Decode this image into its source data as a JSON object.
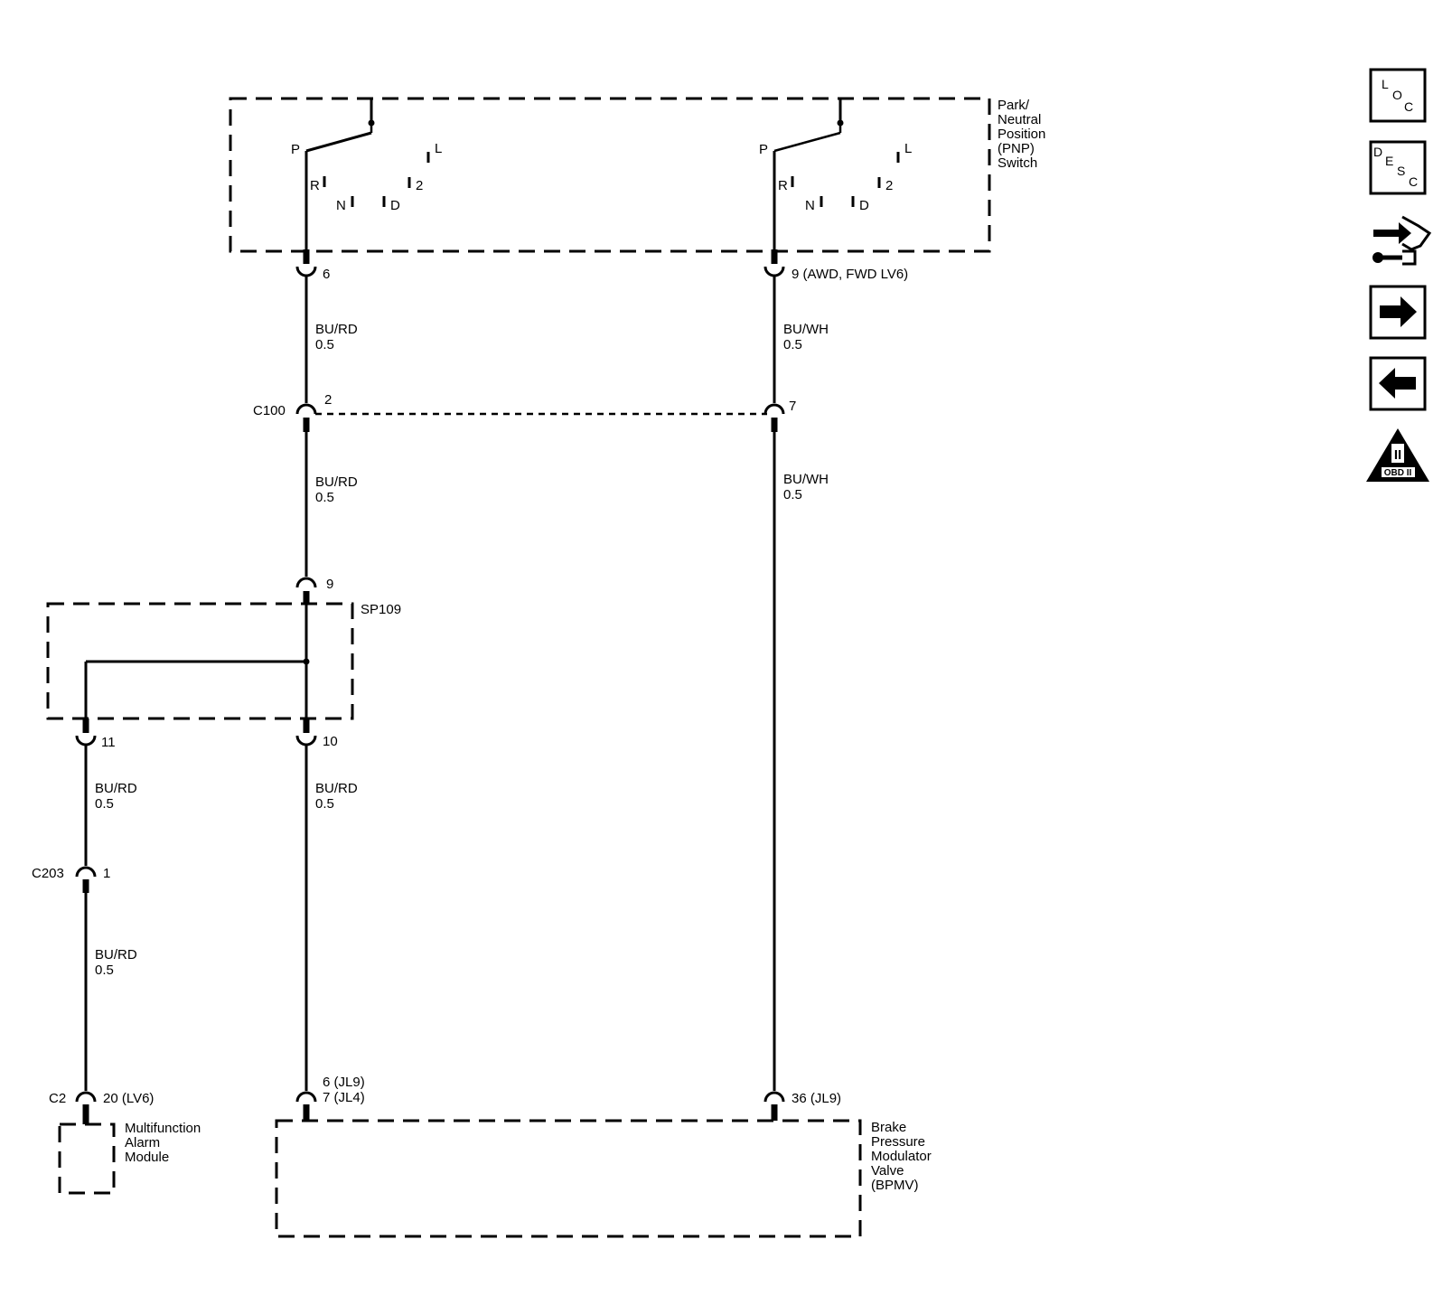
{
  "components": {
    "pnp_switch": {
      "name_lines": [
        "Park/",
        "Neutral",
        "Position",
        "(PNP)",
        "Switch"
      ]
    },
    "multifunction_alarm_module": {
      "name_lines": [
        "Multifunction",
        "Alarm",
        "Module"
      ]
    },
    "bpmv": {
      "name_lines": [
        "Brake",
        "Pressure",
        "Modulator",
        "Valve",
        "(BPMV)"
      ]
    },
    "splice": {
      "name": "SP109"
    }
  },
  "switch_positions": {
    "p": "P",
    "r": "R",
    "n": "N",
    "d": "D",
    "two": "2",
    "l": "L"
  },
  "connectors": {
    "c100": "C100",
    "c203": "C203",
    "c2": "C2"
  },
  "pins": {
    "pnp_left": "6",
    "pnp_right": "9 (AWD, FWD LV6)",
    "c100_left": "2",
    "c100_right": "7",
    "sp109_top": "9",
    "sp109_left": "11",
    "sp109_right": "10",
    "c203": "1",
    "c2": "20 (LV6)",
    "bpmv_left_a": "6 (JL9)",
    "bpmv_left_b": "7 (JL4)",
    "bpmv_right": "36 (JL9)"
  },
  "wires": {
    "w1": {
      "color": "BU/RD",
      "size": "0.5"
    },
    "w2": {
      "color": "BU/WH",
      "size": "0.5"
    },
    "w3": {
      "color": "BU/RD",
      "size": "0.5"
    },
    "w4": {
      "color": "BU/WH",
      "size": "0.5"
    },
    "w5": {
      "color": "BU/RD",
      "size": "0.5"
    },
    "w6": {
      "color": "BU/RD",
      "size": "0.5"
    },
    "w7": {
      "color": "BU/RD",
      "size": "0.5"
    }
  },
  "nav": {
    "loc": {
      "l": "L",
      "o": "O",
      "c": "C",
      "icon": "location-icon"
    },
    "desc": {
      "d": "D",
      "e": "E",
      "s": "S",
      "c": "C",
      "icon": "description-icon"
    },
    "repair_icon": "connector-repair-icon",
    "next_icon": "arrow-right-icon",
    "prev_icon": "arrow-left-icon",
    "obd": {
      "numeral": "II",
      "label": "OBD II",
      "icon": "obd-ii-icon"
    }
  }
}
